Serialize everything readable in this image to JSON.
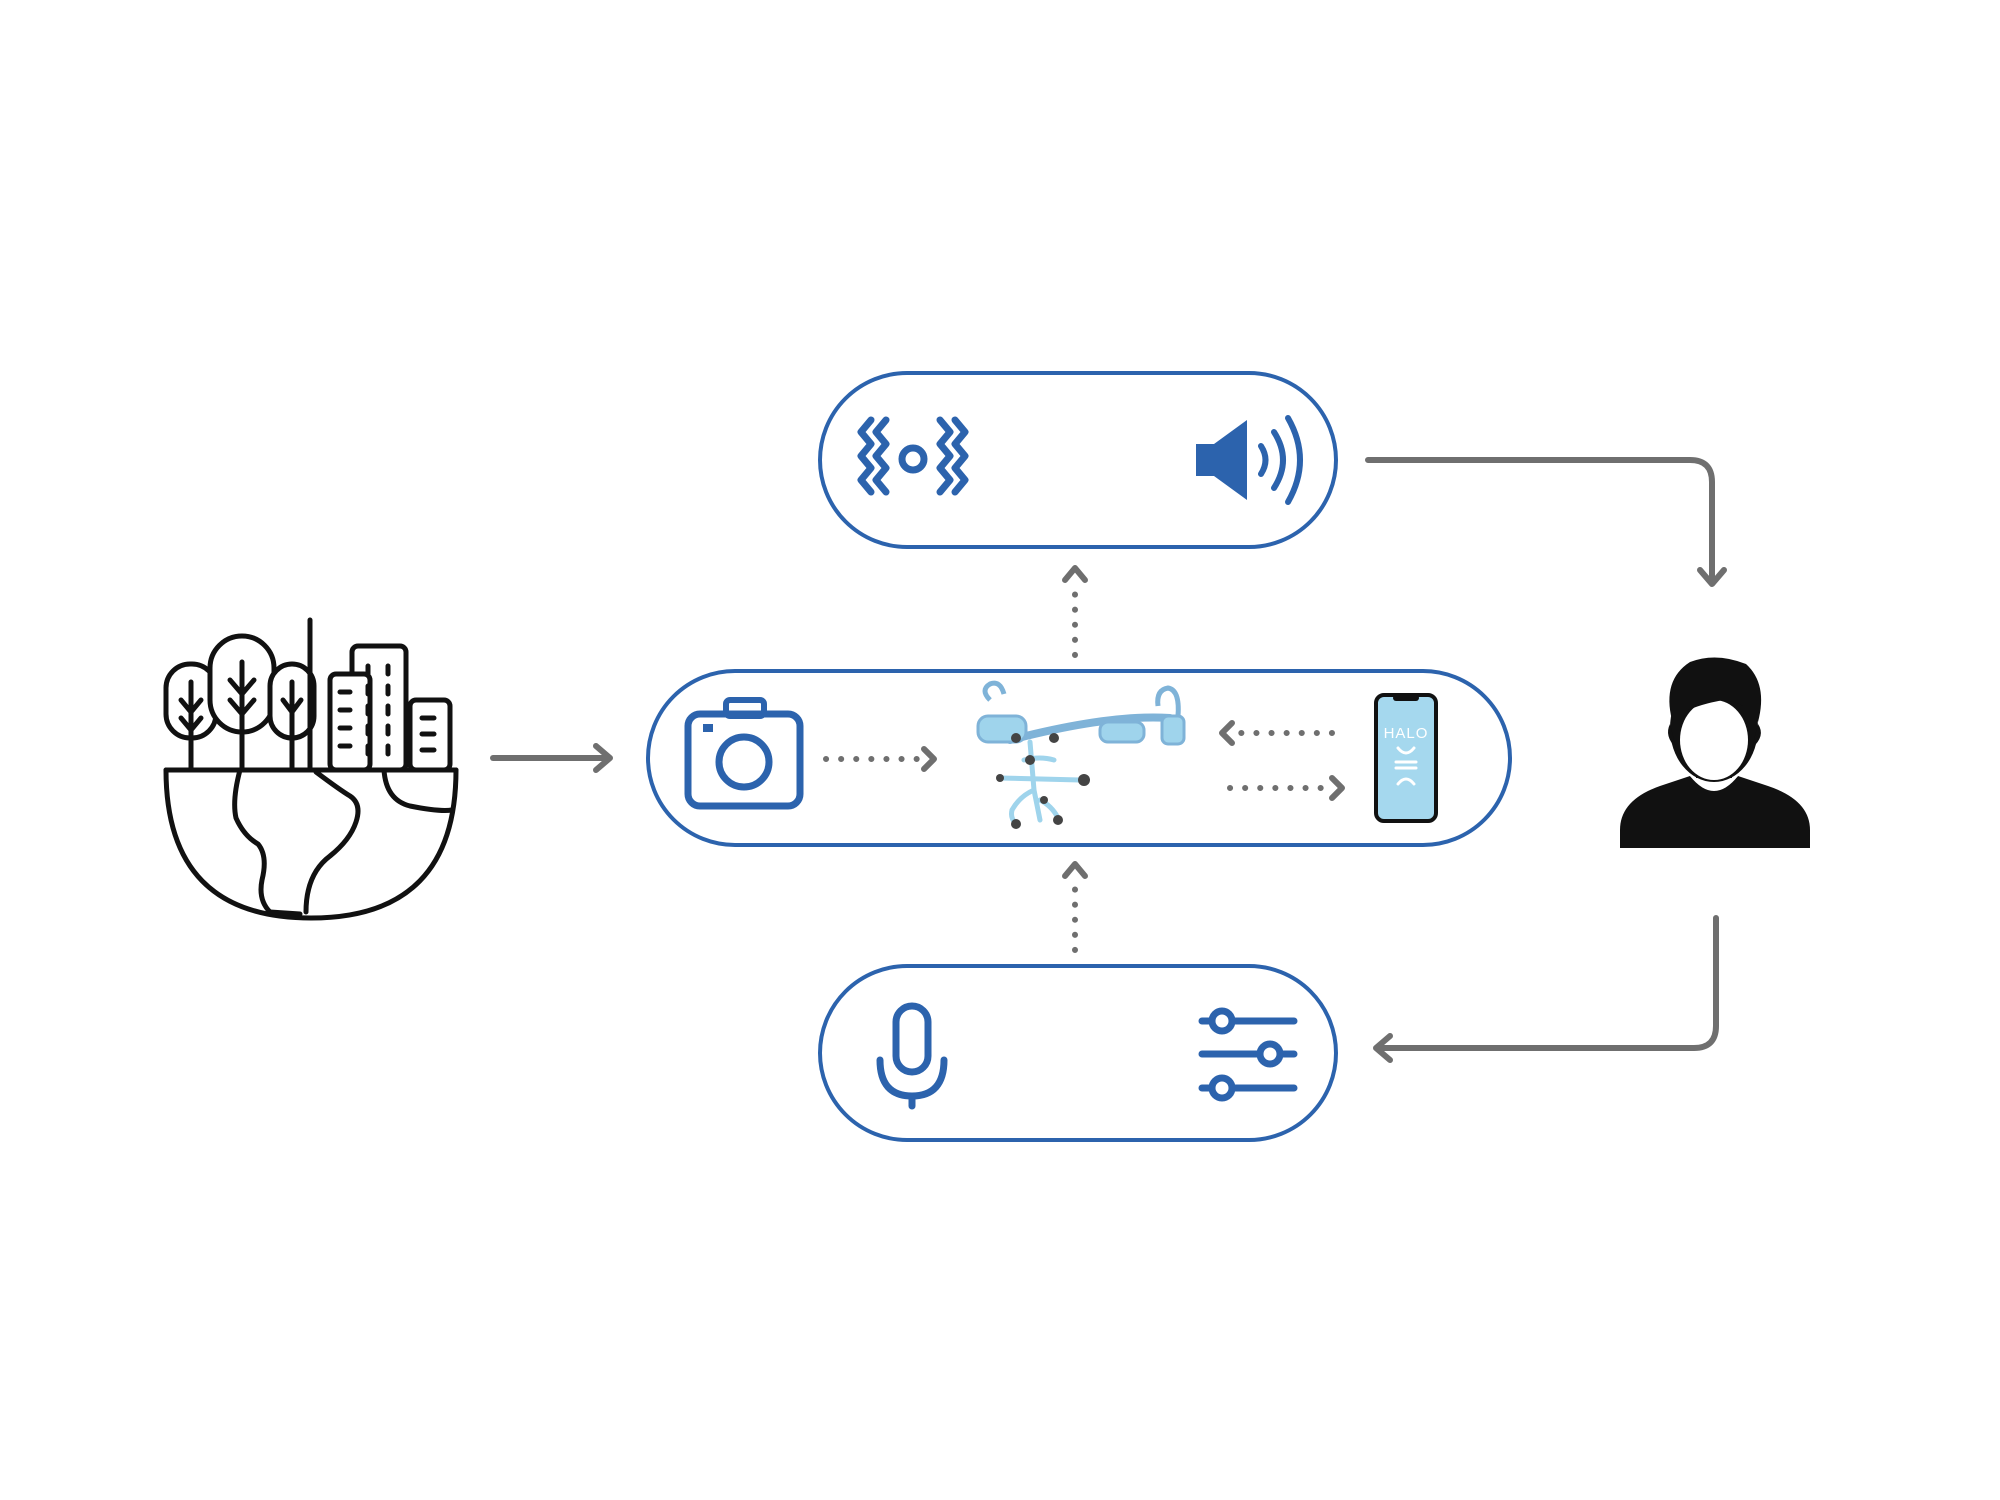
{
  "colors": {
    "accent": "#2c63ad",
    "arrow": "#6f6f6f",
    "icon_black": "#111111",
    "device_light": "#9fd4ec",
    "device_mid": "#7fb3d8",
    "phone_screen": "#a5d8ee"
  },
  "nodes": {
    "environment": {
      "icon": "city-nature-globe-icon"
    },
    "processing": {
      "icons": [
        "camera-icon",
        "bone-conduction-headset-icon",
        "smartphone-icon"
      ],
      "phone": {
        "app_label": "HALO"
      }
    },
    "output": {
      "icons": [
        "sonification-waves-icon",
        "speaker-icon"
      ]
    },
    "input": {
      "icons": [
        "microphone-icon",
        "settings-sliders-icon"
      ]
    },
    "user": {
      "icon": "user-avatar-icon"
    }
  },
  "edges": [
    {
      "from": "environment",
      "to": "processing",
      "style": "solid"
    },
    {
      "from": "camera",
      "to": "headset",
      "style": "dotted"
    },
    {
      "from": "phone",
      "to": "headset",
      "style": "dotted"
    },
    {
      "from": "headset",
      "to": "phone",
      "style": "dotted"
    },
    {
      "from": "processing",
      "to": "output",
      "style": "dotted"
    },
    {
      "from": "input",
      "to": "processing",
      "style": "dotted"
    },
    {
      "from": "output",
      "to": "user",
      "style": "solid"
    },
    {
      "from": "user",
      "to": "input",
      "style": "solid"
    }
  ]
}
